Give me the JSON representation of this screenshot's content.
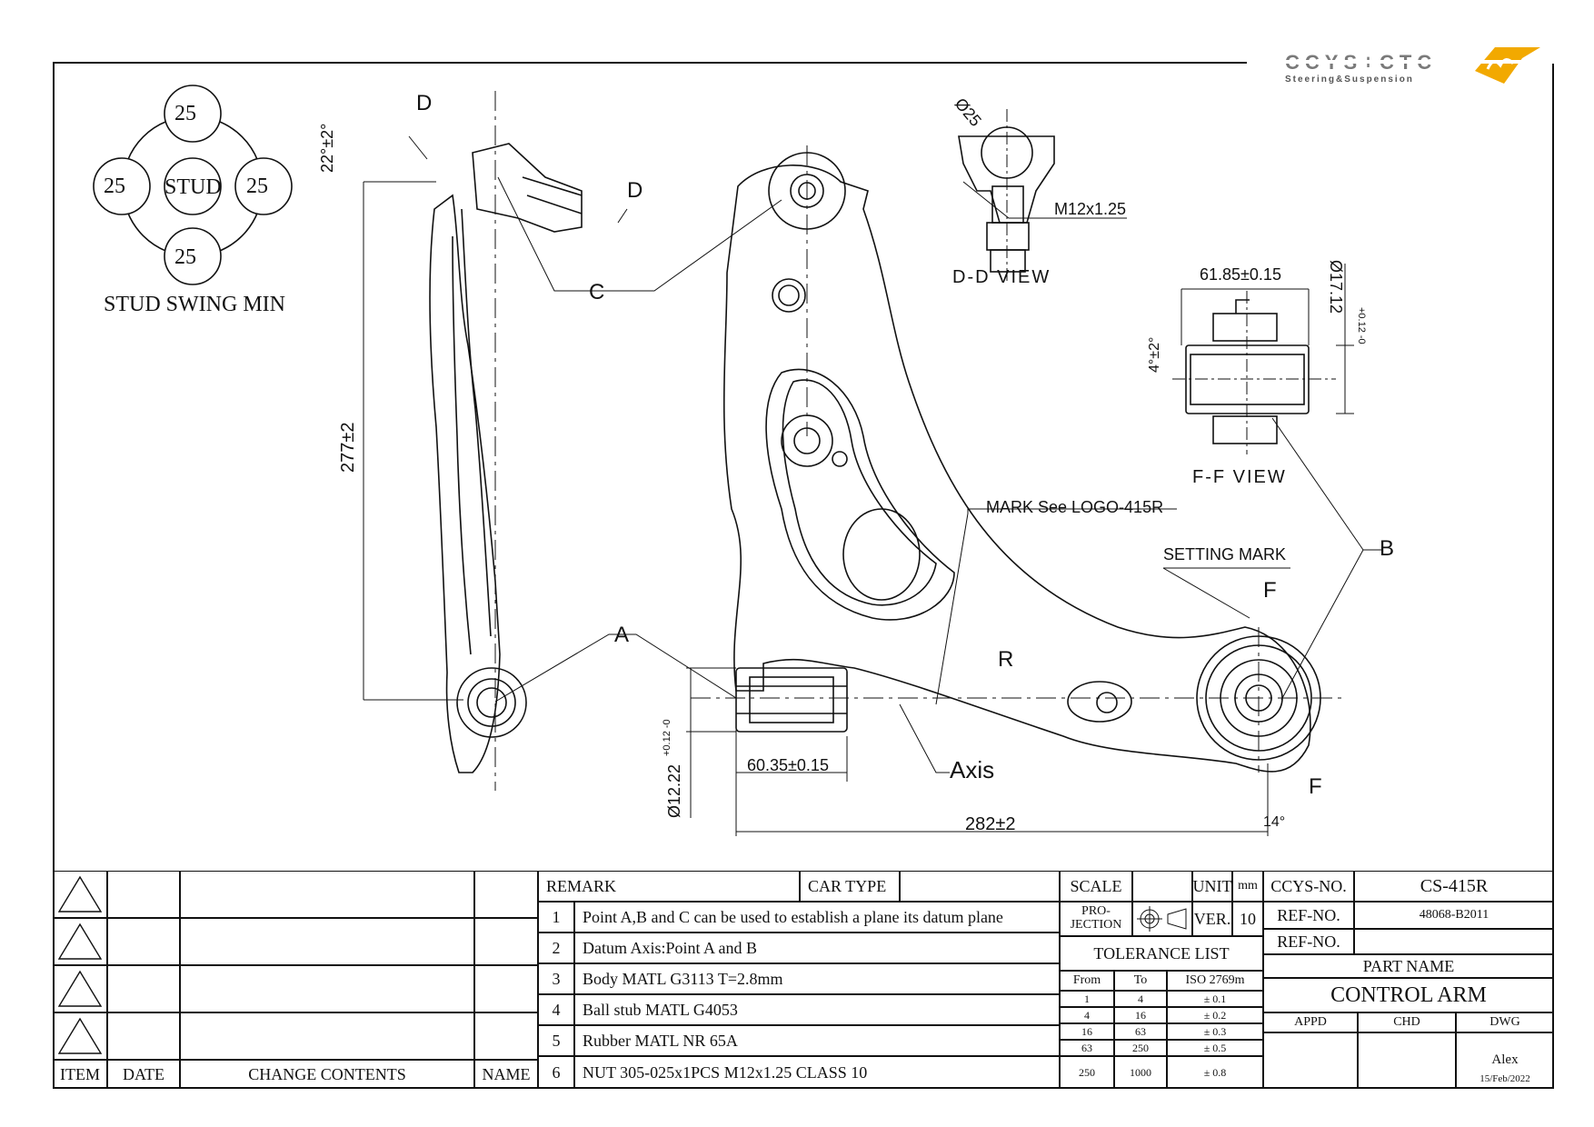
{
  "logo": {
    "brand": "CCYS+CTC",
    "tagline": "Steering&Suspension",
    "accent": "#f2a900",
    "brand_color": "#7a7a7a"
  },
  "stud_swing": {
    "label": "STUD SWING MIN",
    "center": "STUD",
    "angles": [
      "25",
      "25",
      "25",
      "25"
    ]
  },
  "views": {
    "dd": {
      "title": "D-D VIEW",
      "diameter": "Ø25",
      "thread": "M12x1.25"
    },
    "ff": {
      "title": "F-F VIEW",
      "width": "61.85±0.15",
      "diameter": "Ø17.12",
      "tol": "+0.12 -0",
      "angle": "4°±2°"
    }
  },
  "annotations": {
    "d_label": "D",
    "c_label": "C",
    "a_label": "A",
    "b_label": "B",
    "f_label": "F",
    "r_label": "R",
    "stud_angle": "22°±2°",
    "height": "277±2",
    "length": "282±2",
    "bushing_width": "60.35±0.15",
    "bushing_dia": "Ø12.22",
    "bushing_tol": "+0.12 -0",
    "mark": "MARK See LOGO-415R",
    "setting_mark": "SETTING MARK",
    "axis": "Axis",
    "angle14": "14°"
  },
  "revision": {
    "headers": {
      "item": "ITEM",
      "date": "DATE",
      "change": "CHANGE CONTENTS",
      "name": "NAME"
    }
  },
  "remarks": {
    "header": "REMARK",
    "car_type": "CAR TYPE",
    "items": [
      {
        "no": "1",
        "text": "Point A,B and C can be used to establish a plane its datum plane"
      },
      {
        "no": "2",
        "text": "Datum Axis:Point A and B"
      },
      {
        "no": "3",
        "text": "Body MATL G3113  T=2.8mm"
      },
      {
        "no": "4",
        "text": "Ball stub MATL G4053"
      },
      {
        "no": "5",
        "text": "Rubber MATL NR 65A"
      },
      {
        "no": "6",
        "text": "NUT 305-025x1PCS M12x1.25 CLASS 10"
      }
    ]
  },
  "meta": {
    "scale": "SCALE",
    "unit": "UNIT",
    "unit_val": "mm",
    "projection": "PRO-",
    "projection2": "JECTION",
    "ver": "VER.",
    "ver_val": "10",
    "tol_title": "TOLERANCE LIST",
    "tol_headers": [
      "From",
      "To",
      "ISO 2769m"
    ],
    "tol_rows": [
      [
        "1",
        "4",
        "± 0.1"
      ],
      [
        "4",
        "16",
        "± 0.2"
      ],
      [
        "16",
        "63",
        "± 0.3"
      ],
      [
        "63",
        "250",
        "± 0.5"
      ],
      [
        "250",
        "1000",
        "± 0.8"
      ]
    ]
  },
  "part": {
    "ccys_no_label": "CCYS-NO.",
    "ccys_no": "CS-415R",
    "ref_no_label": "REF-NO.",
    "ref_no": "48068-B2011",
    "ref_no2_label": "REF-NO.",
    "ref_no2": "",
    "part_name_label": "PART NAME",
    "part_name": "CONTROL ARM",
    "appd": "APPD",
    "chd": "CHD",
    "dwg": "DWG",
    "dwg_name": "Alex",
    "date": "15/Feb/2022"
  }
}
